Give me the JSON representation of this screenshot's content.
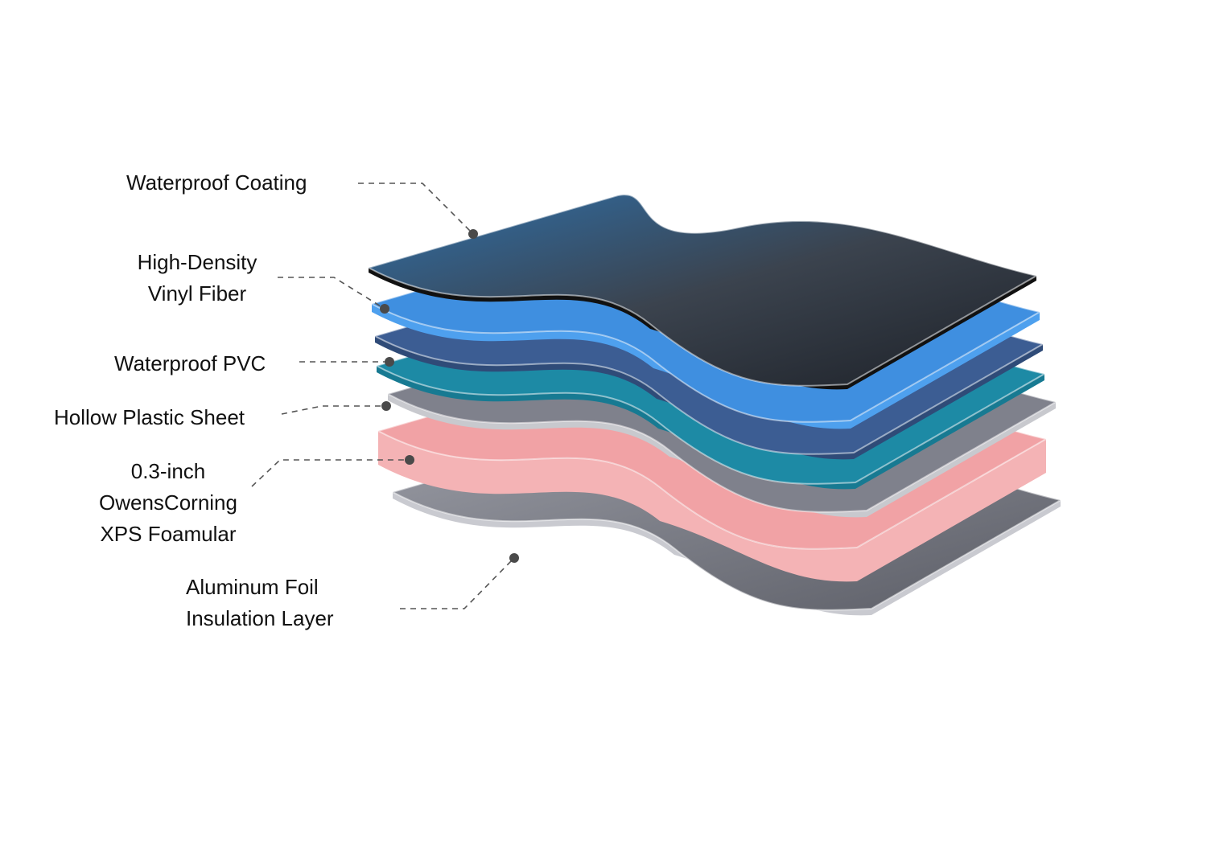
{
  "title": "Layered insulation structure",
  "layers": [
    {
      "lines": [
        "Waterproof Coating"
      ],
      "color": "#3a4452"
    },
    {
      "lines": [
        "High-Density",
        "Vinyl Fiber"
      ],
      "color": "#3f8fe0"
    },
    {
      "lines": [
        "Waterproof PVC"
      ],
      "color": "#3c5d93"
    },
    {
      "lines": [
        "Hollow Plastic Sheet"
      ],
      "color": "#1d8aa5"
    },
    {
      "lines": [
        "0.3-inch",
        "OwensCorning",
        "XPS Foamular"
      ],
      "color": "#f1a2a5"
    },
    {
      "lines": [
        "Aluminum Foil",
        "Insulation Layer"
      ],
      "color": "#8a8c96"
    }
  ],
  "colors": {
    "leader": "#555555",
    "dot": "#4a4a4a",
    "grey_sheet": "#7f818c"
  }
}
